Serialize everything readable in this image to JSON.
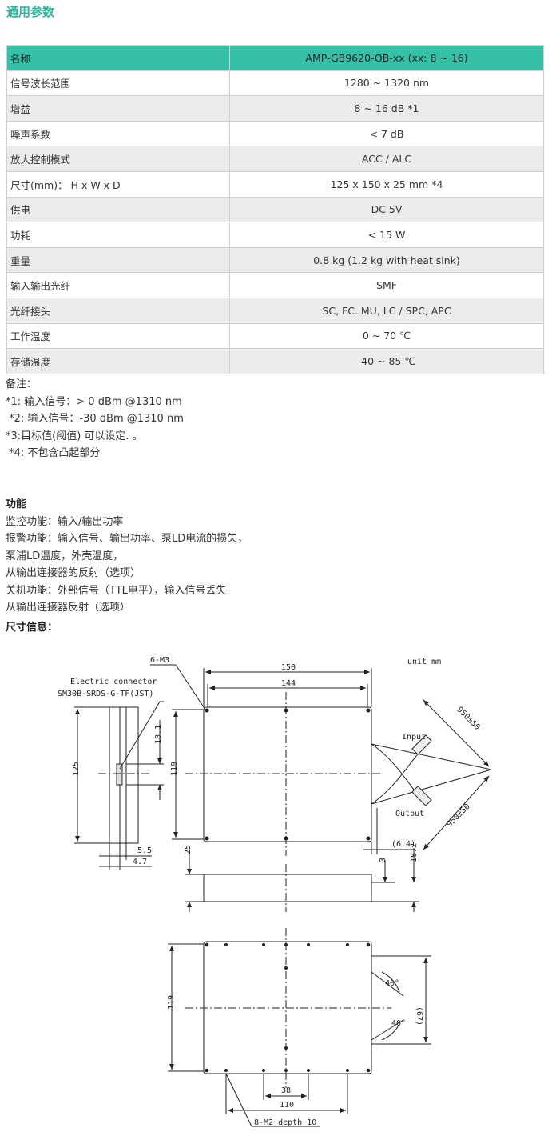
{
  "general_params_title": "通用参数",
  "spec_rows": [
    {
      "label": "名称",
      "value": "AMP-GB9620-OB-xx (xx: 8 ~ 16)"
    },
    {
      "label": "信号波长范围",
      "value": "1280 ~ 1320 nm"
    },
    {
      "label": "增益",
      "value": "8 ~ 16 dB *1"
    },
    {
      "label": "噪声系数",
      "value": "< 7 dB"
    },
    {
      "label": "放大控制模式",
      "value": "ACC /   ALC"
    },
    {
      "label": "尺寸(mm)：  H x W x D",
      "value": "125 x 150 x 25 mm *4"
    },
    {
      "label": "供电",
      "value": "DC 5V"
    },
    {
      "label": "功耗",
      "value": "< 15 W"
    },
    {
      "label": "重量",
      "value": "0.8 kg (1.2 kg with heat sink)"
    },
    {
      "label": "输入输出光纤",
      "value": "SMF"
    },
    {
      "label": "光纤接头",
      "value": "SC, FC. MU, LC / SPC, APC"
    },
    {
      "label": "工作温度",
      "value": "0 ~ 70 ℃"
    },
    {
      "label": "存储温度",
      "value": "-40 ~ 85 ℃"
    }
  ],
  "notes": {
    "title": "备注：",
    "lines": [
      "*1: 输入信号：> 0 dBm @1310 nm",
      " *2: 输入信号：-30 dBm @1310 nm",
      "*3:目标值(阈值) 可以设定. 。",
      " *4: 不包含凸起部分"
    ]
  },
  "functions": {
    "title": "功能",
    "lines": [
      "监控功能：输入/输出功率",
      "报警功能：输入信号、输出功率、泵LD电流的损失，",
      "泵浦LD温度，外壳温度，",
      "从输出连接器的反射（选项）",
      "关机功能：外部信号（TTL电平），输入信号丢失",
      "从输出连接器反射（选项）"
    ]
  },
  "dimensions_title": "尺寸信息：",
  "drawing": {
    "unit_label": "unit mm",
    "connector_label_1": "Electric connector",
    "connector_label_2": "SM30B-SRDS-G-TF(JST)",
    "hole_label_top": "6-M3",
    "hole_label_bottom": "8-M2 depth 10",
    "input_label": "Input",
    "output_label": "Output",
    "dim_150": "150",
    "dim_144": "144",
    "dim_125": "125",
    "dim_119": "119",
    "dim_18_1": "18.1",
    "dim_5_5": "5.5",
    "dim_4_7": "4.7",
    "dim_25": "25",
    "dim_3": "3",
    "dim_18_2": "18.2",
    "dim_6_4": "(6.4)",
    "dim_fiber_1": "950±50",
    "dim_fiber_2": "950±50",
    "dim_119_b": "119",
    "dim_38": "38",
    "dim_110": "110",
    "dim_40a": "40°",
    "dim_40b": "40°",
    "dim_67": "(67)"
  }
}
